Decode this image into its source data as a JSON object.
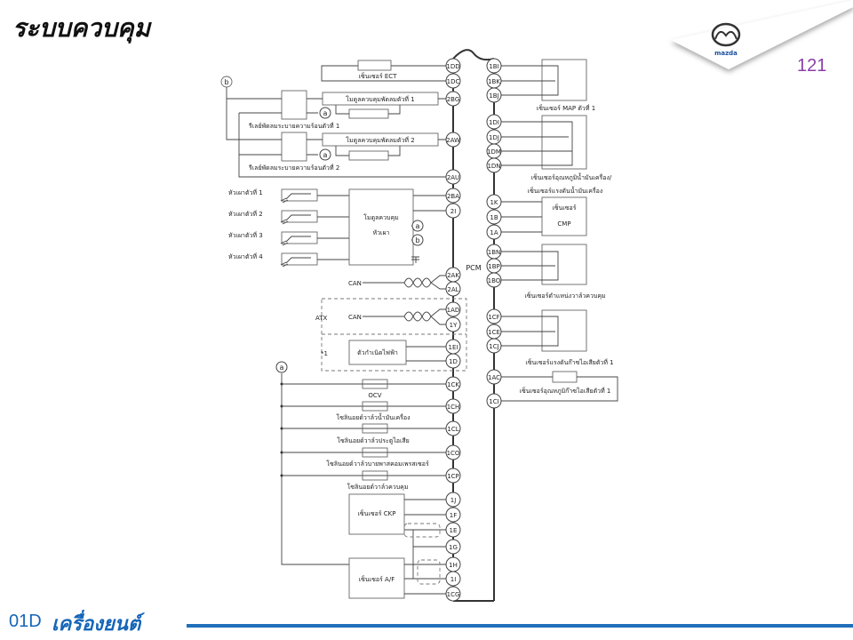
{
  "slide": {
    "title": "ระบบควบคุม",
    "page_number": "121",
    "footer_code": "01D",
    "footer_title": "เครื่องยนต์",
    "logo_text": "mazda",
    "accent_color": "#1f6fba"
  },
  "diagram": {
    "pcm_label": "PCM",
    "left_pins": [
      "1DD",
      "1DC",
      "2BG",
      "2AW",
      "2AU",
      "2BA",
      "2I",
      "2AK",
      "2AL",
      "1AD",
      "1Y",
      "1EI",
      "1D",
      "1CK",
      "1CH",
      "1CL",
      "1CO",
      "1CP",
      "1J",
      "1F",
      "1E",
      "1G",
      "1H",
      "1I",
      "1CG"
    ],
    "right_pins": [
      "1BI",
      "1BK",
      "1BJ",
      "1DI",
      "1DJ",
      "1DM",
      "1DN",
      "1K",
      "1B",
      "1A",
      "1BN",
      "1BP",
      "1BO",
      "1CF",
      "1CE",
      "1CJ",
      "1AC",
      "1CI"
    ],
    "nodes": {
      "a": "a",
      "b": "b"
    },
    "labels": {
      "ect": "เซ็นเซอร์ ECT",
      "fan_module_1": "โมดูลควบคุมพัดลมตัวที่ 1",
      "fan_relay_1": "รีเลย์พัดลมระบายความร้อนตัวที่ 1",
      "fan_module_2": "โมดูลควบคุมพัดลมตัวที่ 2",
      "fan_relay_2": "รีเลย์พัดลมระบายความร้อนตัวที่ 2",
      "glow_1": "หัวเผาตัวที่ 1",
      "glow_2": "หัวเผาตัวที่ 2",
      "glow_3": "หัวเผาตัวที่ 3",
      "glow_4": "หัวเผาตัวที่ 4",
      "glow_module_1": "โมดูลควบคุม",
      "glow_module_2": "หัวเผา",
      "can_1": "CAN",
      "can_2": "CAN",
      "atx": "ATX",
      "note_1": "*1",
      "generator": "ตัวกำเนิดไฟฟ้า",
      "ocv": "OCV",
      "sol_oil": "โซลินอยด์วาล์วน้ำมันเครื่อง",
      "sol_exhaust": "โซลินอยด์วาล์วประตูไอเสีย",
      "sol_bypass": "โซลินอยด์วาล์วบายพาสคอมเพรสเซอร์",
      "sol_control": "โซลินอยด์วาล์วควบคุม",
      "ckp": "เซ็นเซอร์ CKP",
      "af": "เซ็นเซอร์ A/F",
      "map": "เซ็นเซอร์ MAP ตัวที่ 1",
      "oil_temp": "เซ็นเซอร์อุณหภูมิน้ำมันเครื่อง/",
      "oil_press": "เซ็นเซอร์แรงดันน้ำมันเครื่อง",
      "cmp_1": "เซ็นเซอร์",
      "cmp_2": "CMP",
      "tp": "เซ็นเซอร์ตำแหน่งวาล์วควบคุม",
      "exh_press": "เซ็นเซอร์แรงดันก๊าซไอเสียตัวที่ 1",
      "exh_temp": "เซ็นเซอร์อุณหภูมิก๊าซไอเสียตัวที่ 1"
    }
  }
}
